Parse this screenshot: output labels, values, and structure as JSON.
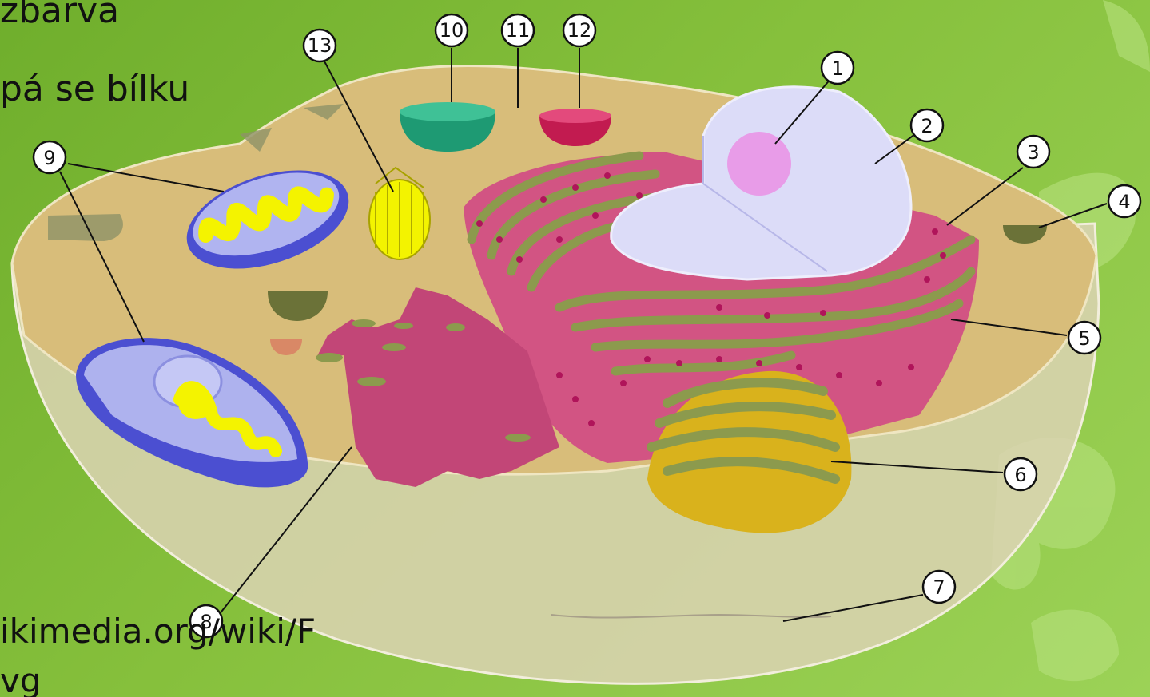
{
  "slide": {
    "text_line1": "zbarva",
    "text_line2": "pá se bílku",
    "source_line1": "ikimedia.org/wiki/F",
    "source_line2": "vg"
  },
  "diagram": {
    "labels": [
      "1",
      "2",
      "3",
      "4",
      "5",
      "6",
      "7",
      "8",
      "9",
      "10",
      "11",
      "12",
      "13"
    ]
  },
  "colors": {
    "background": "#86c03c",
    "cytoplasm": "#d8bd7a",
    "membrane": "#d9d3b0",
    "nucleus": "#dcdcf8",
    "nucleolus": "#e89ce8",
    "endoplasmic_reticulum": "#d25483",
    "er_lumen": "#8c9a4d",
    "golgi": "#d9b21c",
    "mitochondrion": "#4b4fd1",
    "mitochondrion_inner": "#f4f300",
    "centriole": "#f3f300",
    "vacuole_green": "#1e9a73",
    "lysosome": "#c21b50",
    "vesicle_olive": "#6b7238",
    "vesicle_orange": "#d98866"
  }
}
